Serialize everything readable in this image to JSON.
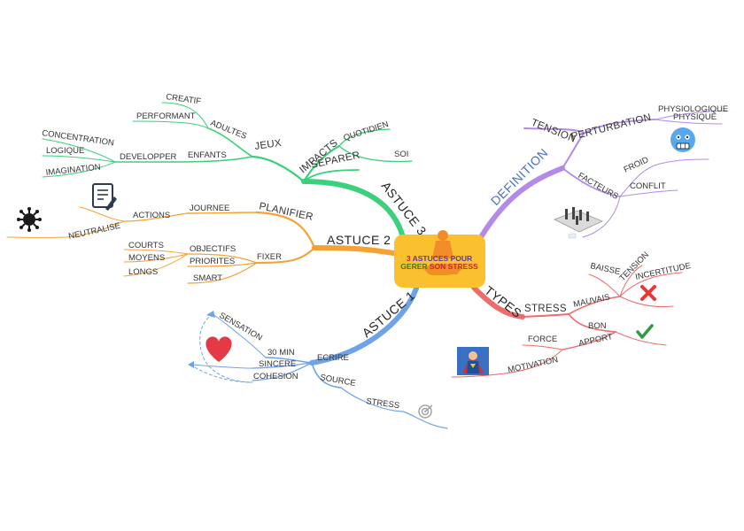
{
  "central": {
    "line1": {
      "a": "3 ",
      "b": "ASTUCES POUR"
    },
    "line2": {
      "a": "GERER ",
      "b": "SON STRESS"
    },
    "colors": {
      "bg": "#fbc02d",
      "c1": "#e53935",
      "c2": "#5e35b1",
      "c3": "#2e7d32",
      "c4": "#c62828"
    }
  },
  "colors": {
    "green": "#3ccf7c",
    "orange": "#f5a233",
    "blue": "#6ea3e8",
    "purple": "#b38ae8",
    "red": "#ee6b6b"
  },
  "astuce3": {
    "label": "ASTUCE 3",
    "impacts": {
      "label": "IMPACTS",
      "children": [
        {
          "label": "QUOTIDIEN"
        },
        {
          "label": "SOI"
        }
      ]
    },
    "separer": {
      "label": "SEPARER"
    },
    "jeux": {
      "label": "JEUX",
      "adultes": {
        "label": "ADULTES",
        "children": [
          {
            "label": "CREATIF"
          },
          {
            "label": "PERFORMANT"
          }
        ]
      },
      "enfants": {
        "label": "ENFANTS"
      },
      "developper": {
        "label": "DEVELOPPER",
        "children": [
          {
            "label": "CONCENTRATION"
          },
          {
            "label": "LOGIQUE"
          },
          {
            "label": "IMAGINATION"
          }
        ]
      }
    }
  },
  "astuce2": {
    "label": "ASTUCE 2",
    "planifier": {
      "label": "PLANIFIER",
      "journee": {
        "label": "JOURNEE"
      },
      "actions": {
        "label": "ACTIONS"
      },
      "neutralise": {
        "label": "NEUTRALISE"
      }
    },
    "fixer": {
      "label": "FIXER",
      "objectifs": {
        "label": "OBJECTIFS",
        "children": [
          {
            "label": "COURTS"
          },
          {
            "label": "MOYENS"
          },
          {
            "label": "LONGS"
          }
        ]
      },
      "priorites": {
        "label": "PRIORITES"
      },
      "smart": {
        "label": "SMART"
      }
    }
  },
  "astuce1": {
    "label": "ASTUCE 1",
    "ecrire": {
      "label": "ECRIRE",
      "children": [
        {
          "label": "30 MIN"
        },
        {
          "label": "SINCERE"
        },
        {
          "label": "COHESION"
        }
      ],
      "sensation": {
        "label": "SENSATION"
      }
    },
    "source": {
      "label": "SOURCE",
      "stress": {
        "label": "STRESS"
      }
    }
  },
  "definition": {
    "label": "DEFINITION",
    "tension": {
      "label": "TENSION",
      "perturbation": {
        "label": "PERTURBATION",
        "children": [
          {
            "label": "PHYSIOLOGIQUE"
          },
          {
            "label": "PHYSIQUE"
          }
        ]
      }
    },
    "facteurs": {
      "label": "FACTEURS",
      "children": [
        {
          "label": "FROID"
        },
        {
          "label": "CONFLIT"
        }
      ]
    }
  },
  "types": {
    "label": "TYPES",
    "stress": {
      "label": "STRESS",
      "mauvais": {
        "label": "MAUVAIS",
        "children": [
          {
            "label": "BAISSE"
          },
          {
            "label": "TENSION"
          },
          {
            "label": "INCERTITUDE"
          }
        ]
      },
      "bon": {
        "label": "BON",
        "apport": {
          "label": "APPORT",
          "children": [
            {
              "label": "FORCE"
            },
            {
              "label": "MOTIVATION"
            }
          ]
        }
      }
    }
  },
  "icons": [
    "meditation-person-icon",
    "notepad-icon",
    "virus-icon",
    "heart-icon",
    "target-icon",
    "cold-face-emoji-icon",
    "chess-board-icon",
    "cross-mark-icon",
    "check-mark-icon",
    "superhero-icon"
  ]
}
